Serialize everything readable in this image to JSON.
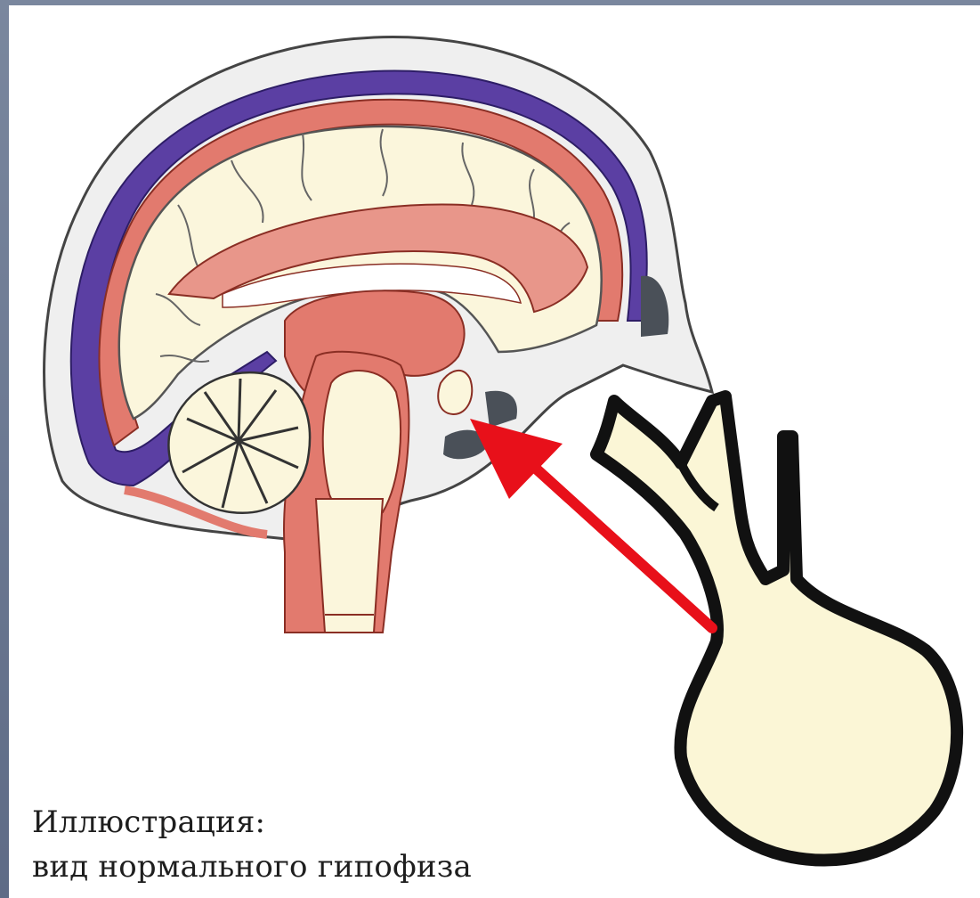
{
  "caption": {
    "line1": "Иллюстрация:",
    "line2": "вид нормального гипофиза"
  },
  "colors": {
    "frame": "#6f7d96",
    "background": "#ffffff",
    "brain_tissue": "#fbf6dc",
    "membrane": "#e27a6e",
    "sinus_purple": "#5b3fa3",
    "skull_gray": "#ececec",
    "pituitary_fill": "#fbf6d6",
    "pituitary_outline": "#111111",
    "arrow": "#e8101a",
    "sinus_dark": "#4a5058"
  },
  "icons": [
    "brain-sagittal-section-illustration",
    "pituitary-gland-enlarged-illustration",
    "red-pointer-arrow-icon"
  ]
}
